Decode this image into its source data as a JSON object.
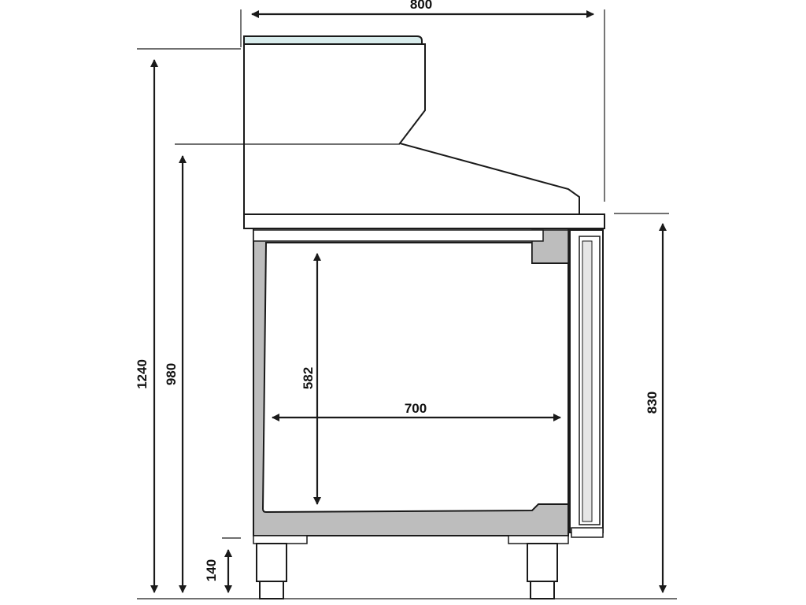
{
  "diagram": {
    "dimensions": {
      "width_overall": "800",
      "height_overall": "1240",
      "height_top_cover": "980",
      "height_worktop": "830",
      "inner_depth": "700",
      "inner_height": "582",
      "leg_height": "140"
    },
    "colors": {
      "line": "#1a1a1a",
      "panel": "#bdbdbd",
      "glass": "#d8ecec",
      "background": "#ffffff"
    }
  }
}
